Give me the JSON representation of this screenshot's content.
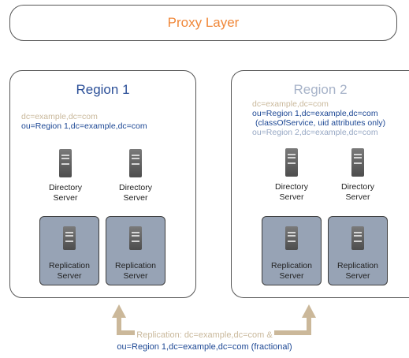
{
  "proxy": {
    "label": "Proxy Layer"
  },
  "region1": {
    "title": "Region 1",
    "suffixes": [
      "dc=example,dc=com",
      "ou=Region 1,dc=example,dc=com"
    ],
    "directory_servers": [
      "Directory\nServer",
      "Directory\nServer"
    ],
    "replication_servers": [
      "Replication\nServer",
      "Replication\nServer"
    ]
  },
  "region2": {
    "title": "Region 2",
    "suffixes": [
      "dc=example,dc=com",
      "ou=Region 1,dc=example,dc=com",
      "(classOfService, uid attributes only)",
      "ou=Region 2,dc=example,dc=com"
    ],
    "directory_servers": [
      "Directory\nServer",
      "Directory\nServer"
    ],
    "replication_servers": [
      "Replication\nServer",
      "Replication\nServer"
    ]
  },
  "replication": {
    "line1": "Replication: dc=example,dc=com &",
    "line2": "ou=Region 1,dc=example,dc=com (fractional)"
  },
  "colors": {
    "proxy_text": "#f0883a",
    "region1_title": "#2b4f98",
    "region2_title": "#a7b3c9",
    "suffix_tan": "#c9b89b",
    "suffix_blue": "#1c4794",
    "suffix_lightblue": "#97a8c4",
    "replication_box": "#97a3b5",
    "arrow": "#cbb89a"
  }
}
